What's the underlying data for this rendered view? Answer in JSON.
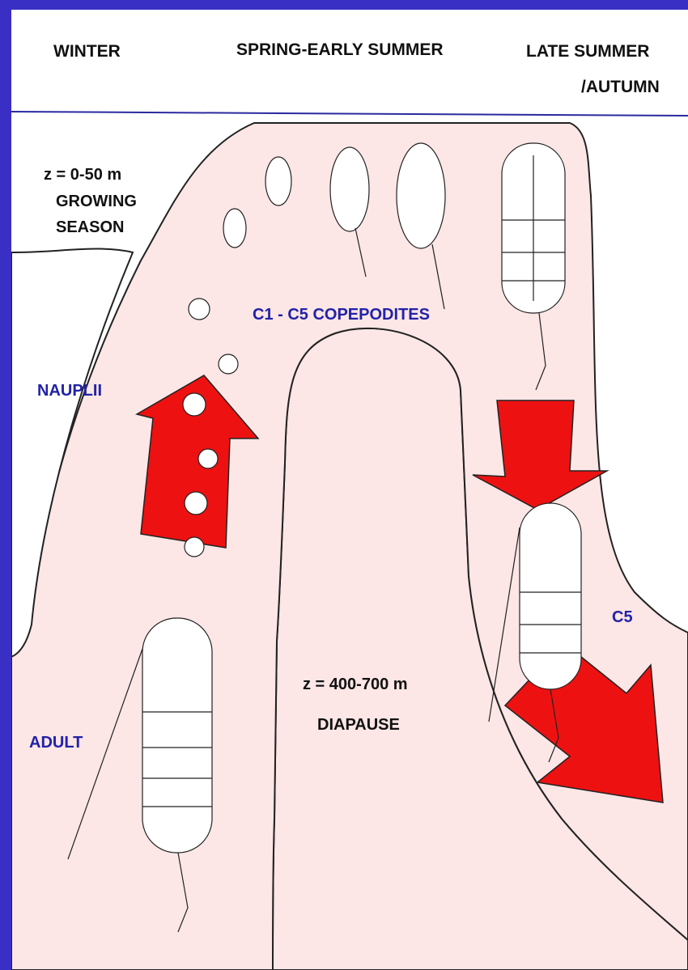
{
  "header": {
    "winter": "WINTER",
    "spring": "SPRING-EARLY SUMMER",
    "late_summer_line1": "LATE SUMMER",
    "late_summer_line2": "/AUTUMN"
  },
  "surface": {
    "depth": "z = 0-50 m",
    "line2": "GROWING",
    "line3": "SEASON"
  },
  "deep": {
    "depth": "z = 400-700 m",
    "label": "DIAPAUSE"
  },
  "stages": {
    "nauplii": "NAUPLII",
    "copepodites": "C1 - C5 COPEPODITES",
    "c5": "C5",
    "adult": "ADULT"
  },
  "colors": {
    "frame": "#3a2fc4",
    "band_fill": "#fce6e6",
    "band_stroke": "#222222",
    "arrow_red": "#ee1111",
    "label_blue": "#2222a8",
    "divider": "#2a2aa0"
  }
}
